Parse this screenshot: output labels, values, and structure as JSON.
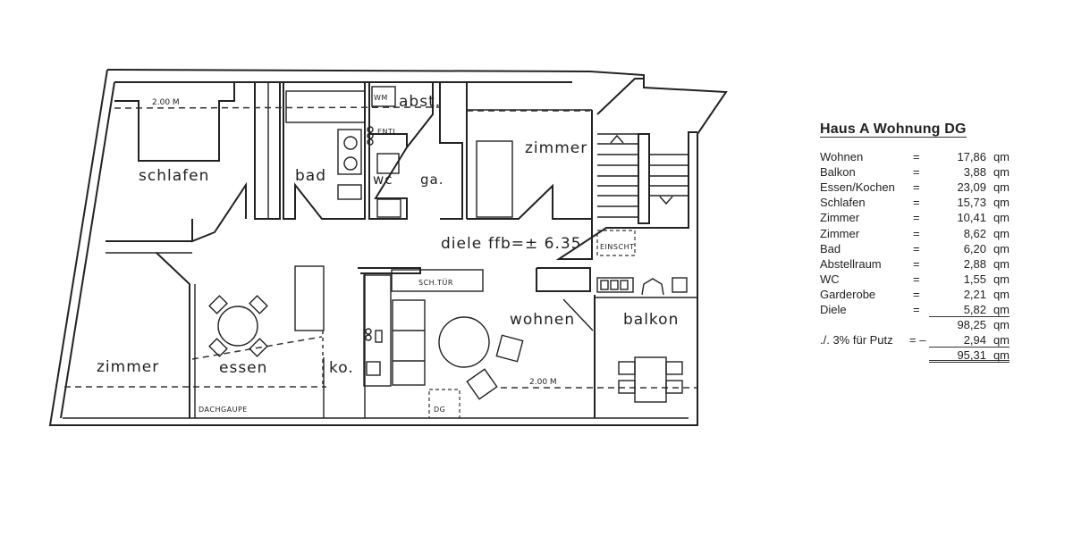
{
  "floor_plan": {
    "rooms": {
      "schlafen": "schlafen",
      "bad": "bad",
      "wc": "wc",
      "garderobe": "ga.",
      "zimmer_top": "zimmer",
      "diele": "diele",
      "ffb": "ffb=± 6.35",
      "zimmer_bottom": "zimmer",
      "essen": "essen",
      "kochen": "ko.",
      "wohnen": "wohnen",
      "balkon": "balkon",
      "abstell": "abst."
    },
    "small_labels": {
      "wm": "WM",
      "entl": "ENTL.",
      "einscht": "EINSCHT",
      "sch_tuer": "SCH.TÜR",
      "dachgaupe": "DACHGAUPE",
      "dg": "DG"
    },
    "dimensions": {
      "top_left": "2.00 M",
      "bottom_right": "2.00 M"
    }
  },
  "area_table": {
    "title": "Haus A Wohnung DG",
    "rows": [
      {
        "name": "Wohnen",
        "eq": "=",
        "value": "17,86",
        "unit": "qm"
      },
      {
        "name": "Balkon",
        "eq": "=",
        "value": "3,88",
        "unit": "qm"
      },
      {
        "name": "Essen/Kochen",
        "eq": "=",
        "value": "23,09",
        "unit": "qm"
      },
      {
        "name": "Schlafen",
        "eq": "=",
        "value": "15,73",
        "unit": "qm"
      },
      {
        "name": "Zimmer",
        "eq": "=",
        "value": "10,41",
        "unit": "qm"
      },
      {
        "name": "Zimmer",
        "eq": "=",
        "value": "8,62",
        "unit": "qm"
      },
      {
        "name": "Bad",
        "eq": "=",
        "value": "6,20",
        "unit": "qm"
      },
      {
        "name": "Abstellraum",
        "eq": "=",
        "value": "2,88",
        "unit": "qm"
      },
      {
        "name": "WC",
        "eq": "=",
        "value": "1,55",
        "unit": "qm"
      },
      {
        "name": "Garderobe",
        "eq": "=",
        "value": "2,21",
        "unit": "qm"
      },
      {
        "name": "Diele",
        "eq": "=",
        "value": "5,82",
        "unit": "qm"
      }
    ],
    "subtotal": {
      "value": "98,25",
      "unit": "qm"
    },
    "deduction": {
      "name": "./. 3% für Putz",
      "eq": "= –",
      "value": "2,94",
      "unit": "qm"
    },
    "total": {
      "value": "95,31",
      "unit": "qm"
    }
  }
}
